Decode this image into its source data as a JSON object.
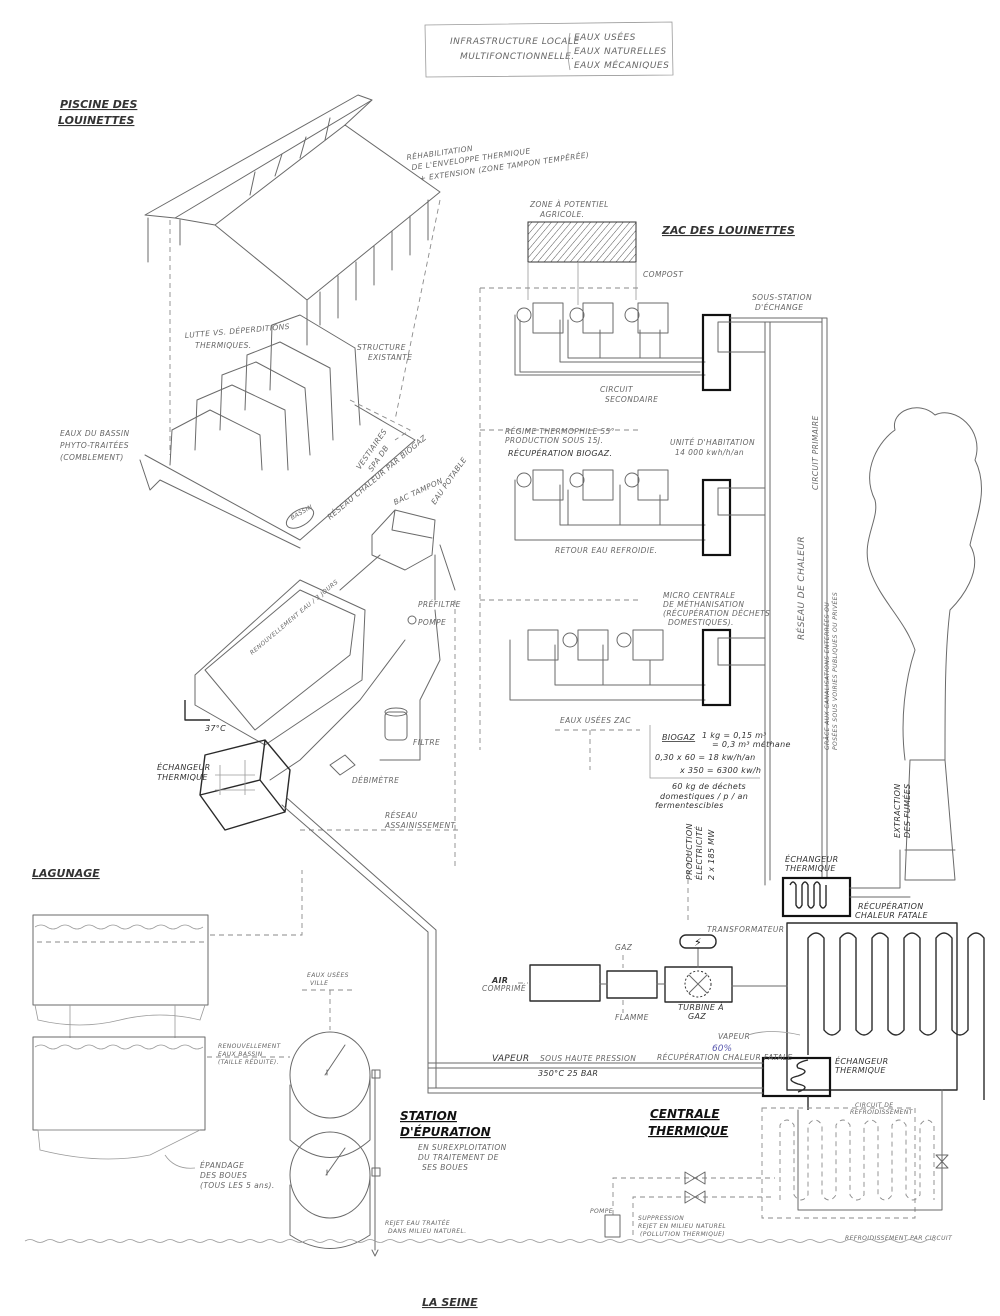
{
  "title_box": {
    "line1": "INFRASTRUCTURE LOCALE",
    "line2": "MULTIFONCTIONNELLE.",
    "water1": "EAUX USÉES",
    "water2": "EAUX NATURELLES",
    "water3": "EAUX MÉCANIQUES"
  },
  "piscine": {
    "title1": "PISCINE DES",
    "title2": "LOUINETTES",
    "rehab1": "RÉHABILITATION",
    "rehab2": "DE L'ENVELOPPE THERMIQUE",
    "rehab3": "+ EXTENSION (ZONE TAMPON TEMPÉRÉE)",
    "lutte1": "LUTTE VS. DÉPERDITIONS",
    "lutte2": "THERMIQUES.",
    "structure1": "STRUCTURE",
    "structure2": "EXISTANTE",
    "eaux1": "EAUX DU BASSIN",
    "eaux2": "PHYTO-TRAITÉES",
    "eaux3": "(COMBLEMENT)",
    "vestiaires1": "VESTIAIRES",
    "vestiaires2": "SPA DB",
    "reseau_biogaz": "RÉSEAU CHALEUR PAR BIOGAZ",
    "bassin": "BASSIN",
    "bac_tampon": "BAC TAMPON",
    "eau_potable": "EAU POTABLE",
    "renouvellement": "RENOUVELLEMENT EAU / 3 JOURS",
    "prefiltre": "PRÉFILTRE",
    "pompe": "POMPE",
    "filtre": "FILTRE",
    "debimetre": "DÉBIMÈTRE",
    "temp": "37°C",
    "echangeur1": "ÉCHANGEUR",
    "echangeur2": "THERMIQUE",
    "assainissement1": "RÉSEAU",
    "assainissement2": "ASSAINISSEMENT"
  },
  "zac": {
    "title": "ZAC DES LOUINETTES",
    "zone1": "ZONE À POTENTIEL",
    "zone2": "AGRICOLE.",
    "compost": "COMPOST",
    "sous_station1": "SOUS-STATION",
    "sous_station2": "D'ÉCHANGE",
    "circuit1": "CIRCUIT",
    "circuit2": "SECONDAIRE",
    "regime1": "RÉGIME THERMOPHILE 55°",
    "regime2": "PRODUCTION SOUS 15J.",
    "recuperation": "RÉCUPÉRATION BIOGAZ.",
    "unite1": "UNITÉ D'HABITATION",
    "unite2": "14 000 kwh/h/an",
    "retour": "RETOUR EAU REFROIDIE.",
    "micro1": "MICRO CENTRALE",
    "micro2": "DE MÉTHANISATION",
    "micro3": "(RÉCUPÉRATION DÉCHETS",
    "micro4": "DOMESTIQUES).",
    "eaux_usees": "EAUX USÉES ZAC",
    "calc_biogaz": "BIOGAZ",
    "calc1": "1 kg = 0,15 m³",
    "calc2": "= 0,3 m³ méthane",
    "calc3": "0,30 x 60 = 18 kw/h/an",
    "calc4": "x 350 = 6300 kw/h",
    "calc5": "60 kg de déchets",
    "calc6": "domestiques / p / an",
    "calc7": "fermentescibles"
  },
  "reseau": {
    "circuit_primaire": "CIRCUIT PRIMAIRE",
    "reseau_chaleur": "RÉSEAU DE CHALEUR",
    "grace1": "GRÂCE AUX CANALISATIONS ENTERRÉES OU",
    "grace2": "POSÉES SOUS VOIRIES PUBLIQUES OU PRIVÉES",
    "echangeur1": "ÉCHANGEUR",
    "echangeur2": "THERMIQUE",
    "recup1": "RÉCUPÉRATION",
    "recup2": "CHALEUR FATALE",
    "extraction1": "EXTRACTION",
    "extraction2": "DES FUMÉES",
    "production1": "PRODUCTION",
    "production2": "ÉLECTRICITÉ",
    "production3": "2 x 185 MW"
  },
  "centrale": {
    "title1": "CENTRALE",
    "title2": "THERMIQUE",
    "transformateur": "TRANSFORMATEUR",
    "gaz": "GAZ",
    "air1": "AIR",
    "air2": "COMPRIMÉ",
    "flamme": "FLAMME",
    "turbine1": "TURBINE À",
    "turbine2": "GAZ",
    "vapeur_label": "VAPEUR",
    "vapeur": "VAPEUR",
    "haute_pression": "SOUS HAUTE PRESSION",
    "temp_pression": "350°C   25 BAR",
    "recup_fatale": "RÉCUPÉRATION CHALEUR FATALE",
    "percent": "60%",
    "echangeur1": "ÉCHANGEUR",
    "echangeur2": "THERMIQUE",
    "circuit1": "CIRCUIT DE",
    "circuit2": "REFROIDISSEMENT",
    "pompe": "POMPE",
    "supp1": "SUPPRESSION",
    "supp2": "REJET EN MILIEU NATUREL",
    "supp3": "(POLLUTION THERMIQUE)",
    "refroid": "REFROIDISSEMENT PAR CIRCUIT"
  },
  "lagunage": {
    "title": "LAGUNAGE",
    "renouv1": "RENOUVELLEMENT",
    "renouv2": "EAUX BASSIN",
    "renouv3": "(TAILLE RÉDUITE).",
    "epandage1": "ÉPANDAGE",
    "epandage2": "DES BOUES",
    "epandage3": "(TOUS LES 5 ans)."
  },
  "station": {
    "title1": "STATION",
    "title2": "D'ÉPURATION",
    "eaux1": "EAUX USÉES",
    "eaux2": "VILLE",
    "sur1": "EN SUREXPLOITATION",
    "sur2": "DU TRAITEMENT DE",
    "sur3": "SES BOUES",
    "rejet1": "REJET EAU TRAITÉE",
    "rejet2": "DANS MILIEU NATUREL."
  },
  "seine": "LA SEINE",
  "colors": {
    "pencil": "#6a6a6a",
    "ink": "#222222",
    "annotation_blue": "#5a5ab0"
  }
}
